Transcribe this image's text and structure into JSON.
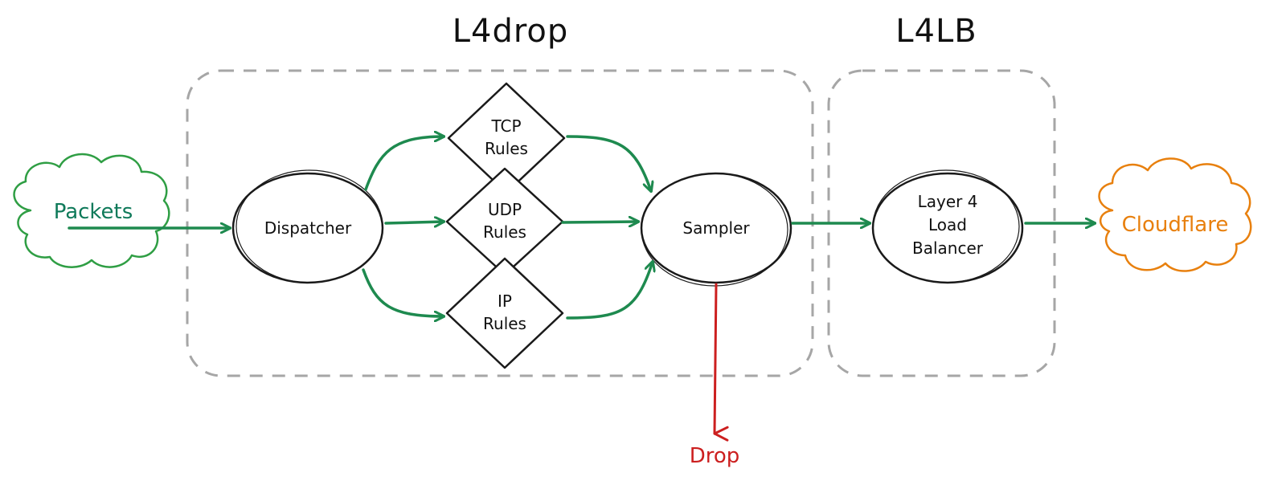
{
  "groups": {
    "l4drop": {
      "title": "L4drop"
    },
    "l4lb": {
      "title": "L4LB"
    }
  },
  "nodes": {
    "packets": {
      "label": "Packets"
    },
    "dispatcher": {
      "label": "Dispatcher"
    },
    "tcp_rules": {
      "line1": "TCP",
      "line2": "Rules"
    },
    "udp_rules": {
      "line1": "UDP",
      "line2": "Rules"
    },
    "ip_rules": {
      "line1": "IP",
      "line2": "Rules"
    },
    "sampler": {
      "label": "Sampler"
    },
    "load_balancer": {
      "line1": "Layer 4",
      "line2": "Load",
      "line3": "Balancer"
    },
    "cloudflare": {
      "label": "Cloudflare"
    },
    "drop": {
      "label": "Drop"
    }
  },
  "colors": {
    "group_border": "#a6a6a6",
    "node_stroke": "#1a1a1a",
    "flow_arrow": "#1e8a4f",
    "packets_cloud": "#2f9e44",
    "packets_text": "#0f7a5a",
    "cloudflare": "#e8800e",
    "drop": "#cc1f1f"
  }
}
